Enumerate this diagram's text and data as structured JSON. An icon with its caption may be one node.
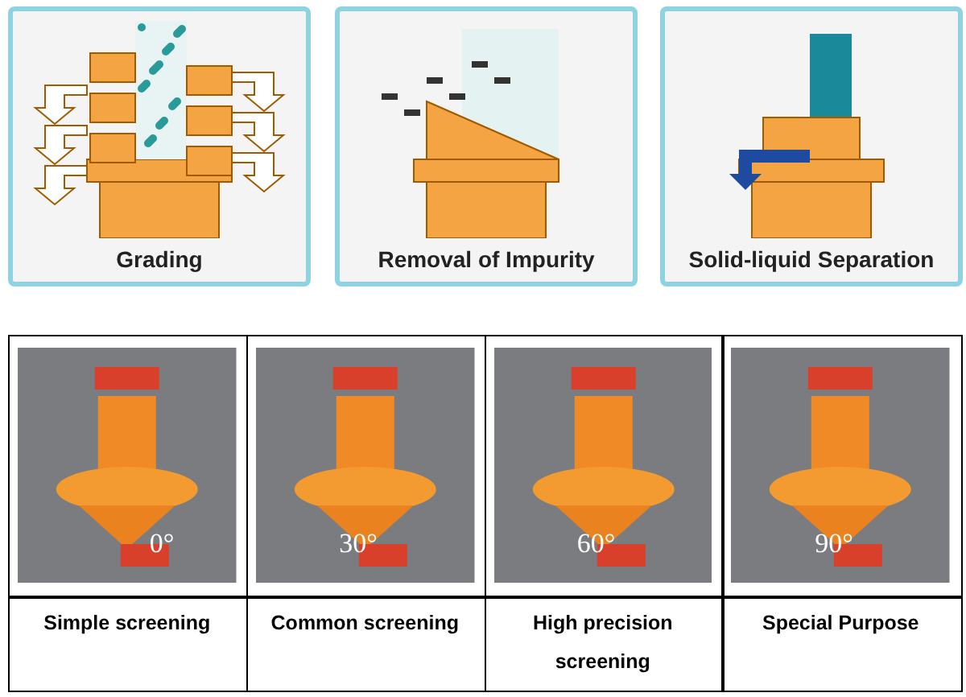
{
  "diagram": {
    "nodes": [
      {
        "text": [
          "Grading"
        ]
      },
      {
        "text": [
          "Removal of Impurity"
        ]
      },
      {
        "text": [
          "Solid-liquid Separation"
        ]
      }
    ],
    "edges": [],
    "labels": [
      "0°",
      "30°",
      "60°",
      "90°",
      "Simple screening",
      "Common screening",
      "High precision screening",
      "Special Purpose"
    ]
  }
}
